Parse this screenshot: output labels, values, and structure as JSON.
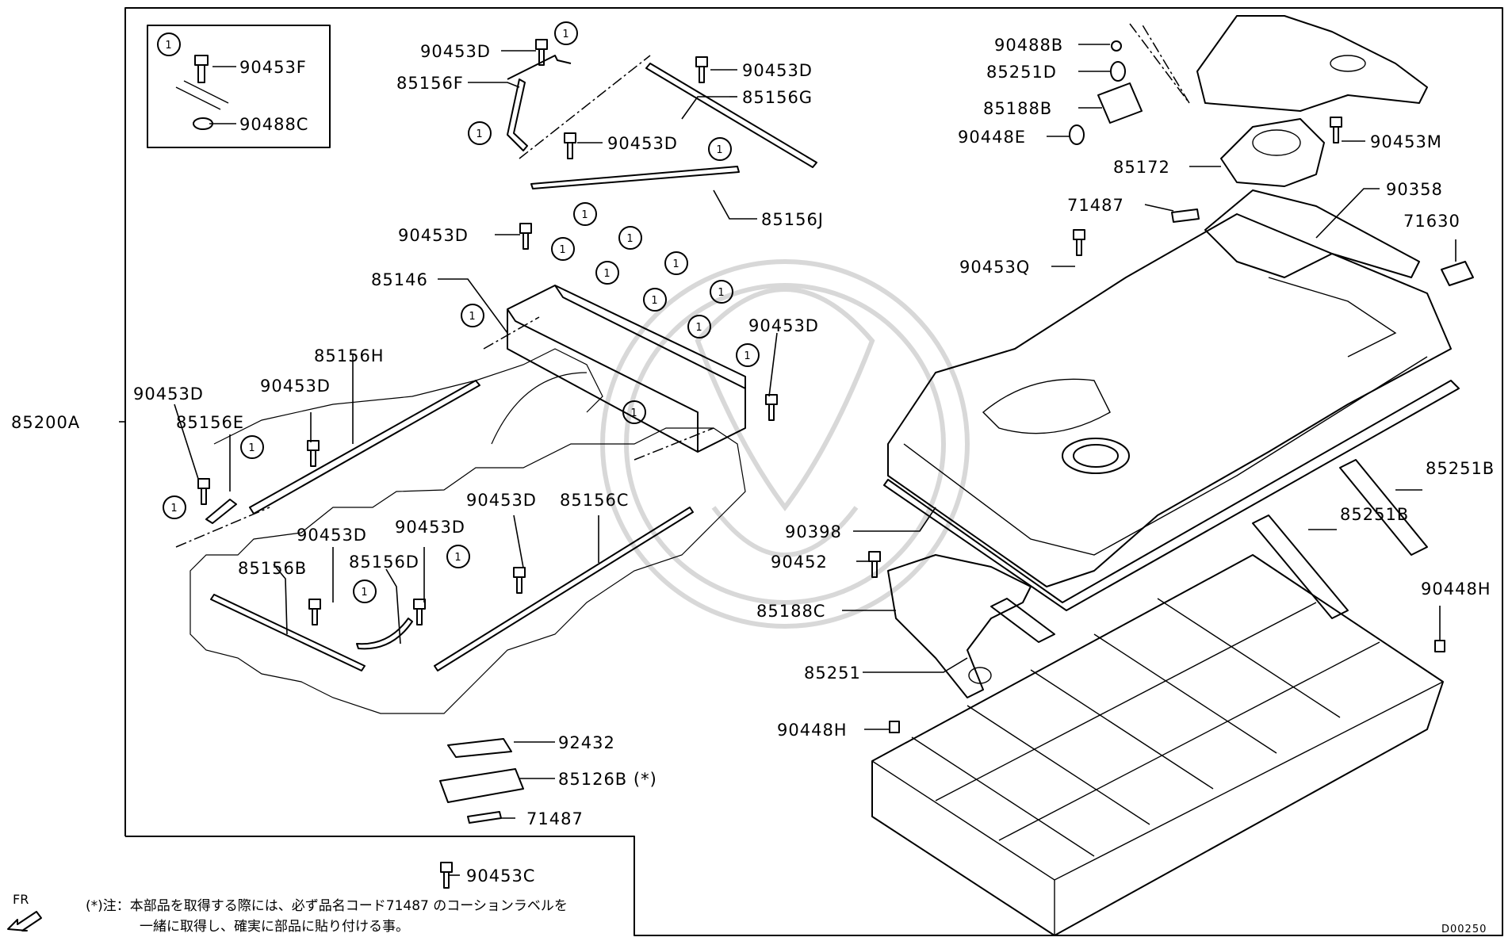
{
  "labels": {
    "90453F": "90453F",
    "90488C": "90488C",
    "90453D": "90453D",
    "85156F": "85156F",
    "85156G": "85156G",
    "85156J": "85156J",
    "85146": "85146",
    "85156H": "85156H",
    "85156E": "85156E",
    "85200A": "85200A",
    "85156B": "85156B",
    "85156D": "85156D",
    "85156C": "85156C",
    "92432": "92432",
    "85126B": "85126B (*)",
    "71487": "71487",
    "90453C": "90453C",
    "90488B": "90488B",
    "85251D": "85251D",
    "85188B": "85188B",
    "90448E": "90448E",
    "90453M": "90453M",
    "85172": "85172",
    "90358": "90358",
    "71630": "71630",
    "90453Q": "90453Q",
    "90398": "90398",
    "90452": "90452",
    "85188C": "85188C",
    "85251": "85251",
    "85251B": "85251B",
    "90448H": "90448H"
  },
  "callout": "1",
  "footnote": {
    "line1": "(*)注：本部品を取得する際には、必ず品名コード71487 のコーションラベルを",
    "line2": "一緒に取得し、確実に部品に貼り付ける事。"
  },
  "direction": "FR",
  "diagram_ref": "D00250"
}
